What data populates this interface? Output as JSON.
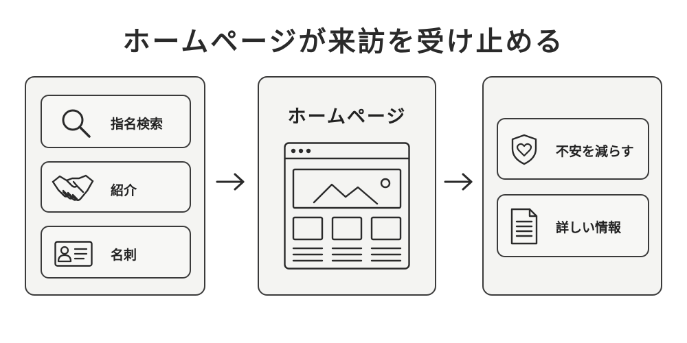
{
  "title": "ホームページが来訪を受け止める",
  "sources": [
    {
      "label": "指名検索",
      "icon": "search-icon"
    },
    {
      "label": "紹介",
      "icon": "handshake-icon"
    },
    {
      "label": "名刺",
      "icon": "business-card-icon"
    }
  ],
  "center": {
    "title": "ホームページ",
    "icon": "browser-window-icon"
  },
  "outcomes": [
    {
      "label": "不安を減らす",
      "icon": "shield-heart-icon"
    },
    {
      "label": "詳しい情報",
      "icon": "document-icon"
    }
  ],
  "colors": {
    "stroke": "#3a3a3a",
    "panel_fill": "#f4f4f2",
    "text": "#222222"
  }
}
